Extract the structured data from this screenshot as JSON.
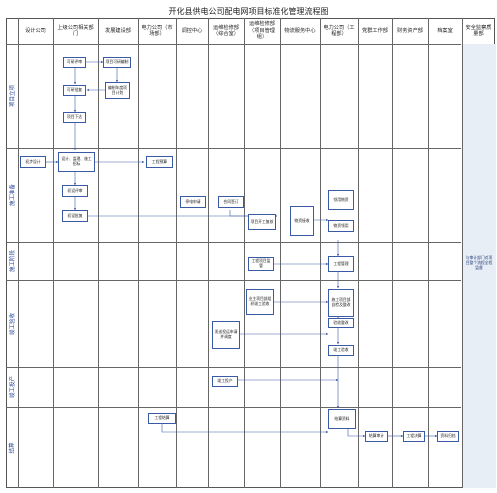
{
  "title": "开化县供电公司配电网项目标准化管理流程图",
  "columns": [
    "设计公司",
    "上级公司相关部门",
    "发展建设部",
    "电力公司（市场部）",
    "调控中心",
    "运维检修部（综合室）",
    "运维检修部（项目管理组）",
    "物流服务中心",
    "电力公司（工程部）",
    "党群工作部",
    "财务资产部",
    "档案室",
    "安全监察质量部"
  ],
  "phases": [
    "项目立项",
    "施工准备",
    "施工阶段",
    "竣工验收",
    "竣工投产",
    "结算"
  ],
  "boxes": {
    "b_qianqi": "可研评审",
    "b_kepi": "可研批复",
    "b_xiada": "项目下达",
    "b_zhiding": "项目可研编制",
    "b_bianzhi": "编制年度项目计划",
    "b_chushe": "初步设计",
    "b_shenhe": "设计、监理、施工招标",
    "b_gongcheng": "工程预算",
    "b_chupingshen": "初设评审",
    "b_chupifu": "初设批复",
    "b_tingdian": "停电申请",
    "b_wuzi": "合同签订",
    "b_fuhe": "项目开工复核",
    "b_jieshou": "物资接收",
    "b_lingyong": "领用物资",
    "b_shigong_shenpi": "施工方案审批",
    "b_shigong_zhunbei": "物资领用",
    "b_xiangmu_jindu": "工程项目监管",
    "b_gongcheng_guanli": "工程管理",
    "b_yanshou_a": "业主项目部组织竣工验收",
    "b_yanshou_b": "施工项目部自检及整改",
    "b_zhengai": "验收整改",
    "b_tiaokong_sq": "发送投运申请并调度",
    "b_jungong": "竣工验收",
    "b_touchan": "竣工投产",
    "b_jiesuan": "工程结算",
    "b_zixun": "结算资料",
    "b_jiesuan_sj": "结算审计",
    "b_juesuan": "工程决算",
    "b_guidang": "资料归档"
  },
  "side_note": "与审计部门对项目整个流程全程监督"
}
